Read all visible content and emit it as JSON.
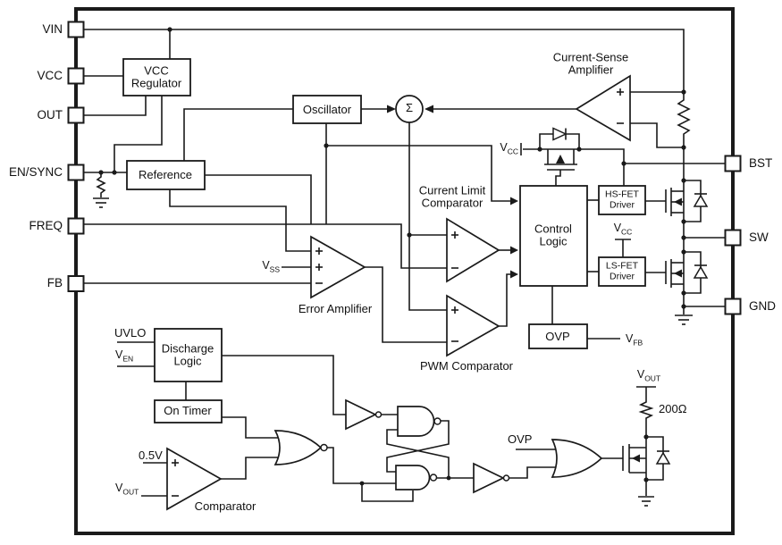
{
  "pins": {
    "left": [
      {
        "label": "VIN"
      },
      {
        "label": "VCC"
      },
      {
        "label": "OUT"
      },
      {
        "label": "EN/SYNC"
      },
      {
        "label": "FREQ"
      },
      {
        "label": "FB"
      }
    ],
    "right": [
      {
        "label": "BST"
      },
      {
        "label": "SW"
      },
      {
        "label": "GND"
      }
    ]
  },
  "blocks": {
    "vcc_regulator": "VCC\nRegulator",
    "reference": "Reference",
    "oscillator": "Oscillator",
    "control_logic": "Control\nLogic",
    "hs_fet_driver": "HS-FET\nDriver",
    "ls_fet_driver": "LS-FET\nDriver",
    "ovp": "OVP",
    "discharge_logic": "Discharge\nLogic",
    "on_timer": "On Timer"
  },
  "amplifiers": {
    "current_sense": "Current-Sense\nAmplifier",
    "current_limit": "Current Limit\nComparator",
    "error_amplifier": "Error Amplifier",
    "pwm_comparator": "PWM Comparator",
    "comparator": "Comparator"
  },
  "net_labels": {
    "vss": {
      "base": "V",
      "sub": "SS"
    },
    "vcc_boost": {
      "base": "V",
      "sub": "CC"
    },
    "vcc_ls_driver": {
      "base": "V",
      "sub": "CC"
    },
    "vfb": {
      "base": "V",
      "sub": "FB"
    },
    "ven": {
      "base": "V",
      "sub": "EN"
    },
    "vout_comparator": {
      "base": "V",
      "sub": "OUT"
    },
    "vout_discharge": {
      "base": "V",
      "sub": "OUT"
    },
    "uvlo": "UVLO",
    "comparator_threshold": "0.5V",
    "ovp_signal": "OVP",
    "discharge_resistor": "200Ω",
    "summing_node": "Σ"
  },
  "colors": {
    "line": "#1a1a1a",
    "background": "#ffffff"
  }
}
